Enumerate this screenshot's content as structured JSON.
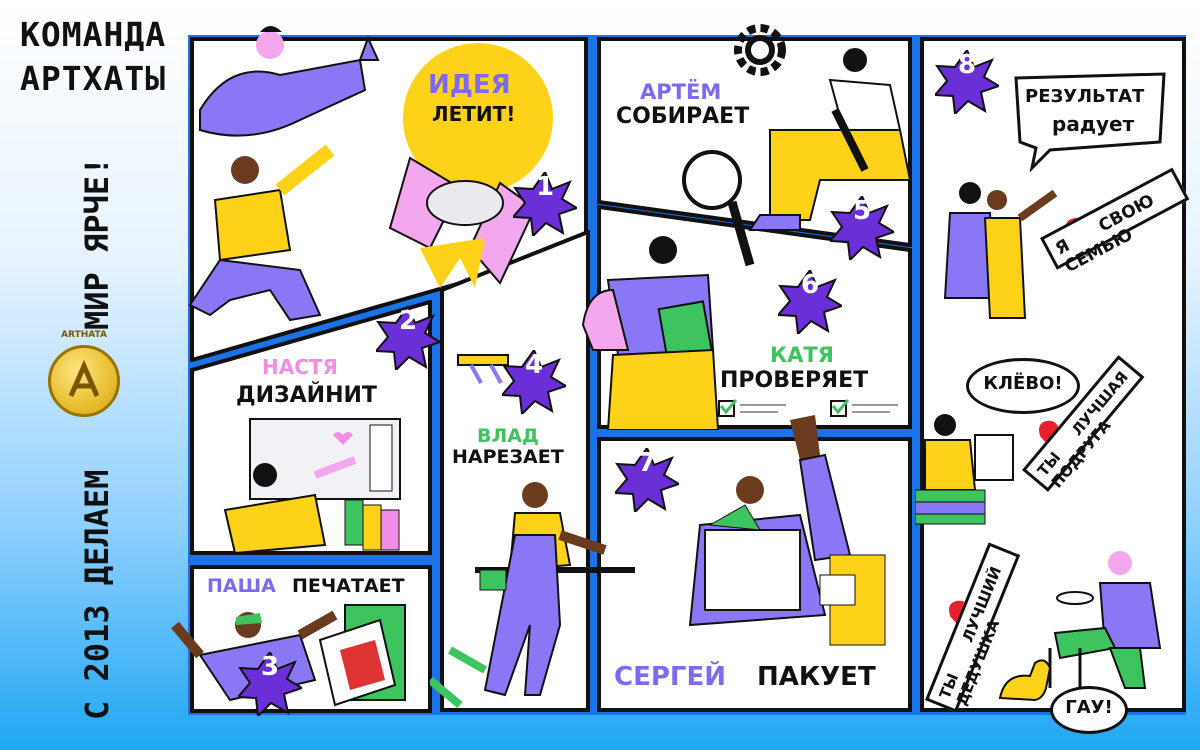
{
  "header": {
    "line1": "КОМАНДА",
    "line2": "АРТХАТЫ"
  },
  "side": {
    "prefix": "С 2013 ДЕЛАЕМ",
    "suffix": "МИР ЯРЧЕ!",
    "seal_text": "ARTHATA"
  },
  "steps": [
    {
      "num": "1",
      "word1": "ИДЕЯ",
      "word2": "ЛЕТИТ!"
    },
    {
      "num": "2",
      "name": "НАСТЯ",
      "verb": "ДИЗАЙНИТ"
    },
    {
      "num": "3",
      "name": "ПАША",
      "verb": "ПЕЧАТАЕТ"
    },
    {
      "num": "4",
      "name": "ВЛАД",
      "verb": "НАРЕЗАЕТ"
    },
    {
      "num": "5",
      "name": "АРТЁМ",
      "verb": "СОБИРАЕТ"
    },
    {
      "num": "6",
      "name": "КАТЯ",
      "verb": "ПРОВЕРЯЕТ"
    },
    {
      "num": "7",
      "name": "СЕРГЕЙ",
      "verb": "ПАКУЕТ"
    },
    {
      "num": "8",
      "word1": "РЕЗУЛЬТАТ",
      "word2": "радует"
    }
  ],
  "result": {
    "sign1_pre": "Я",
    "sign1_post": "СВОЮ СЕМЬЮ",
    "bubble_klevo": "КЛЁВО!",
    "sign2_pre": "ТЫ",
    "sign2_post": "ЛУЧШАЯ ПОДРУГА",
    "sign3_pre": "ТЫ",
    "sign3_post": "ЛУЧШИЙ ДЕДУШКА",
    "bubble_gav": "ГАУ!"
  },
  "colors": {
    "purple": "#7c6bf2",
    "pink": "#f08de6",
    "yellow": "#ffd21a",
    "green": "#3ec45f",
    "blue": "#1a73e8",
    "heart": "#e6202c",
    "dark": "#111111",
    "badge": "#6a2fd6"
  }
}
